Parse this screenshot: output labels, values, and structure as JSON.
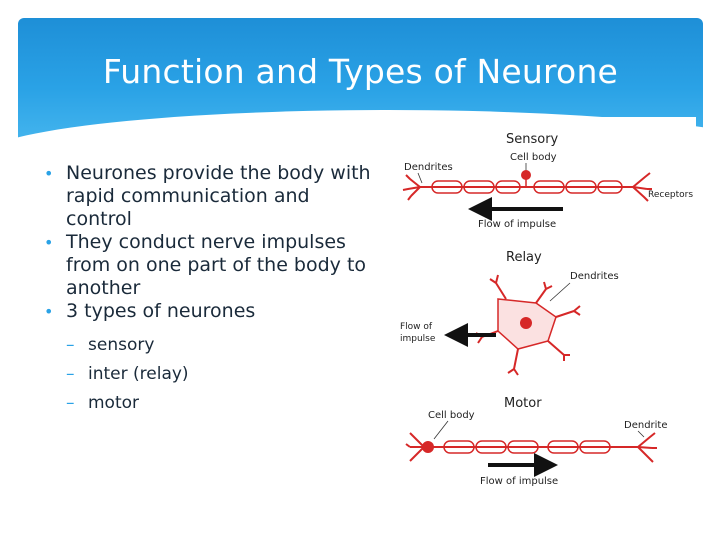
{
  "slide": {
    "title": "Function and Types of Neurone",
    "bullets": [
      "Neurones provide the body with rapid communication and control",
      "They conduct nerve impulses from on one part of the body to another",
      "3 types of neurones"
    ],
    "sub_bullets": [
      "sensory",
      "inter (relay)",
      "motor"
    ]
  },
  "figure": {
    "sensory": {
      "title": "Sensory",
      "cell_body": "Cell body",
      "dendrites": "Dendrites",
      "receptors": "Receptors",
      "flow": "Flow of impulse"
    },
    "relay": {
      "title": "Relay",
      "dendrites": "Dendrites",
      "flow_line1": "Flow of",
      "flow_line2": "impulse"
    },
    "motor": {
      "title": "Motor",
      "cell_body": "Cell body",
      "dendrite": "Dendrite",
      "flow": "Flow of impulse"
    }
  },
  "colors": {
    "header": "#2aa2e6",
    "neuron": "#d62828",
    "bullet_marker": "#2aa2e6"
  }
}
